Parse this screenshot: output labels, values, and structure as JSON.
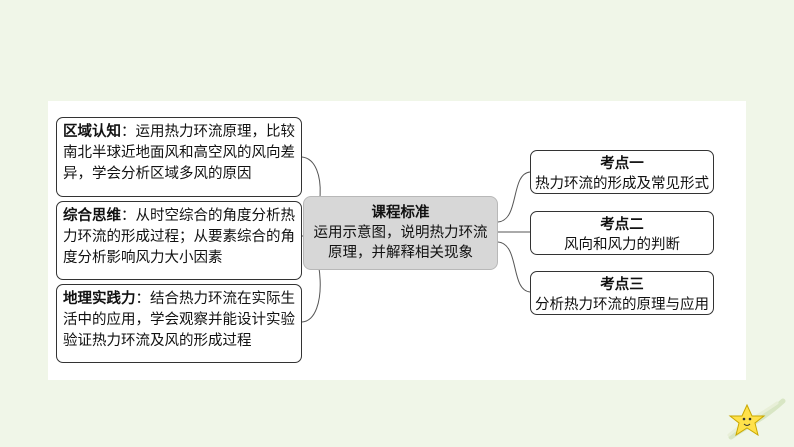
{
  "center": {
    "title": "课程标准",
    "body": "运用示意图，说明热力环流原理，并解释相关现象"
  },
  "left_boxes": [
    {
      "label": "区域认知",
      "text": "：运用热力环流原理，比较南北半球近地面风和高空风的风向差异，学会分析区域多风的原因"
    },
    {
      "label": "综合思维",
      "text": "：从时空综合的角度分析热力环流的形成过程；从要素综合的角度分析影响风力大小因素"
    },
    {
      "label": "地理实践力",
      "text": "：结合热力环流在实际生活中的应用，学会观察并能设计实验验证热力环流及风的形成过程"
    }
  ],
  "right_boxes": [
    {
      "title": "考点一",
      "text": "热力环流的形成及常见形式"
    },
    {
      "title": "考点二",
      "text": "风向和风力的判断"
    },
    {
      "title": "考点三",
      "text": "分析热力环流的原理与应用"
    }
  ],
  "colors": {
    "background": "#f0f6e8",
    "center_fill": "#d7d7d7",
    "border": "#333333"
  },
  "icons": [
    "star-icon"
  ]
}
